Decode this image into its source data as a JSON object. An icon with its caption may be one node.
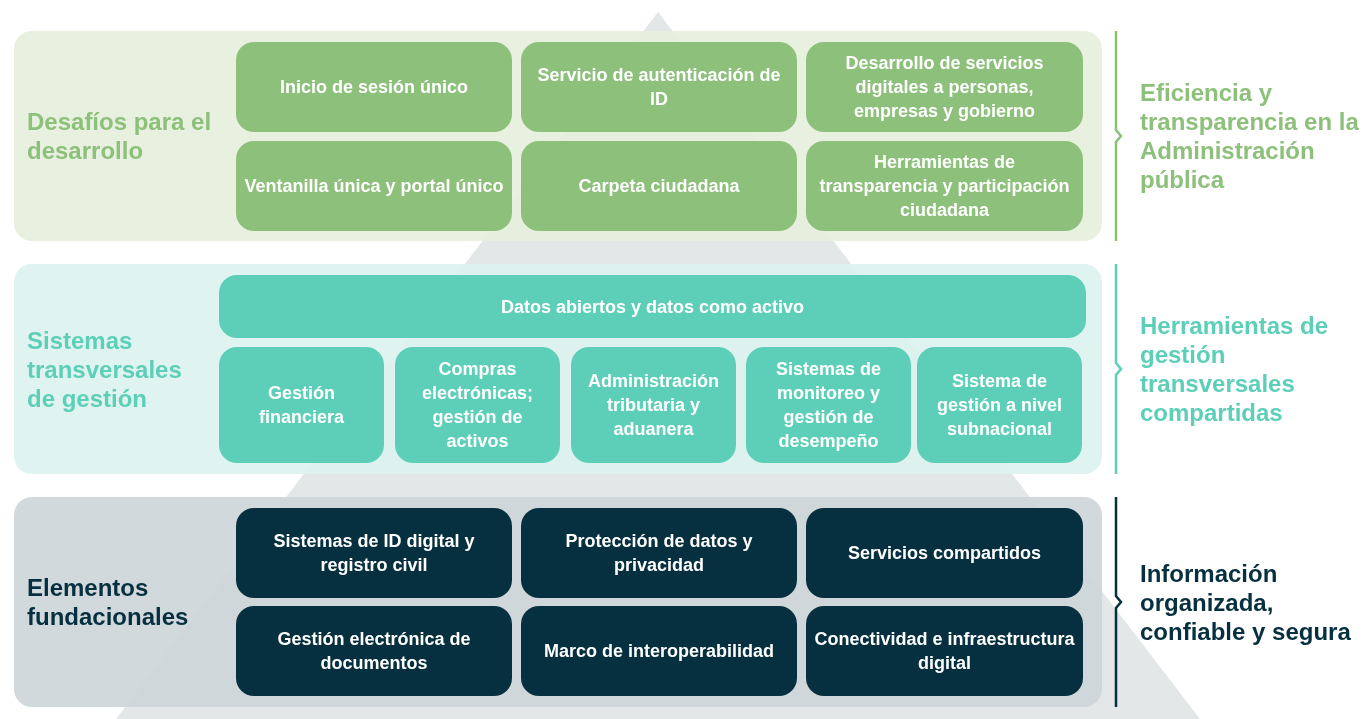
{
  "diagram": {
    "nodes": [
      {
        "text": [
          "Desafíos para el desarrollo"
        ],
        "beside": [
          "Eficiencia y transparencia en la Administración pública"
        ]
      },
      {
        "text": [
          "Inicio de sesión único"
        ],
        "in": 0
      },
      {
        "text": [
          "Servicio de autenticación de ID"
        ],
        "in": 0
      },
      {
        "text": [
          "Desarrollo de servicios digitales a personas, empresas y gobierno"
        ],
        "in": 0
      },
      {
        "text": [
          "Ventanilla única y portal único"
        ],
        "in": 0
      },
      {
        "text": [
          "Carpeta ciudadana"
        ],
        "in": 0
      },
      {
        "text": [
          "Herramientas de transparencia y participación ciudadana"
        ],
        "in": 0
      },
      {
        "text": [
          "Sistemas transversales de gestión"
        ],
        "beside": [
          "Herramientas de gestión transversales compartidas"
        ]
      },
      {
        "text": [
          "Datos abiertos y datos como activo"
        ],
        "in": 7
      },
      {
        "text": [
          "Gestión financiera"
        ],
        "in": 7
      },
      {
        "text": [
          "Compras electrónicas; gestión de activos"
        ],
        "in": 7
      },
      {
        "text": [
          "Administración tributaria y aduanera"
        ],
        "in": 7
      },
      {
        "text": [
          "Sistemas de monitoreo y gestión de desempeño"
        ],
        "in": 7
      },
      {
        "text": [
          "Sistema de gestión a nivel subnacional"
        ],
        "in": 7
      },
      {
        "text": [
          "Elementos fundacionales"
        ],
        "beside": [
          "Información organizada, confiable y segura"
        ]
      },
      {
        "text": [
          "Sistemas de ID digital y registro civil"
        ],
        "in": 14
      },
      {
        "text": [
          "Protección de datos y privacidad"
        ],
        "in": 14
      },
      {
        "text": [
          "Servicios compartidos"
        ],
        "in": 14
      },
      {
        "text": [
          "Gestión electrónica de documentos"
        ],
        "in": 14
      },
      {
        "text": [
          "Marco de interoperabilidad"
        ],
        "in": 14
      },
      {
        "text": [
          "Conectividad e infraestructura digital"
        ],
        "in": 14
      }
    ]
  }
}
